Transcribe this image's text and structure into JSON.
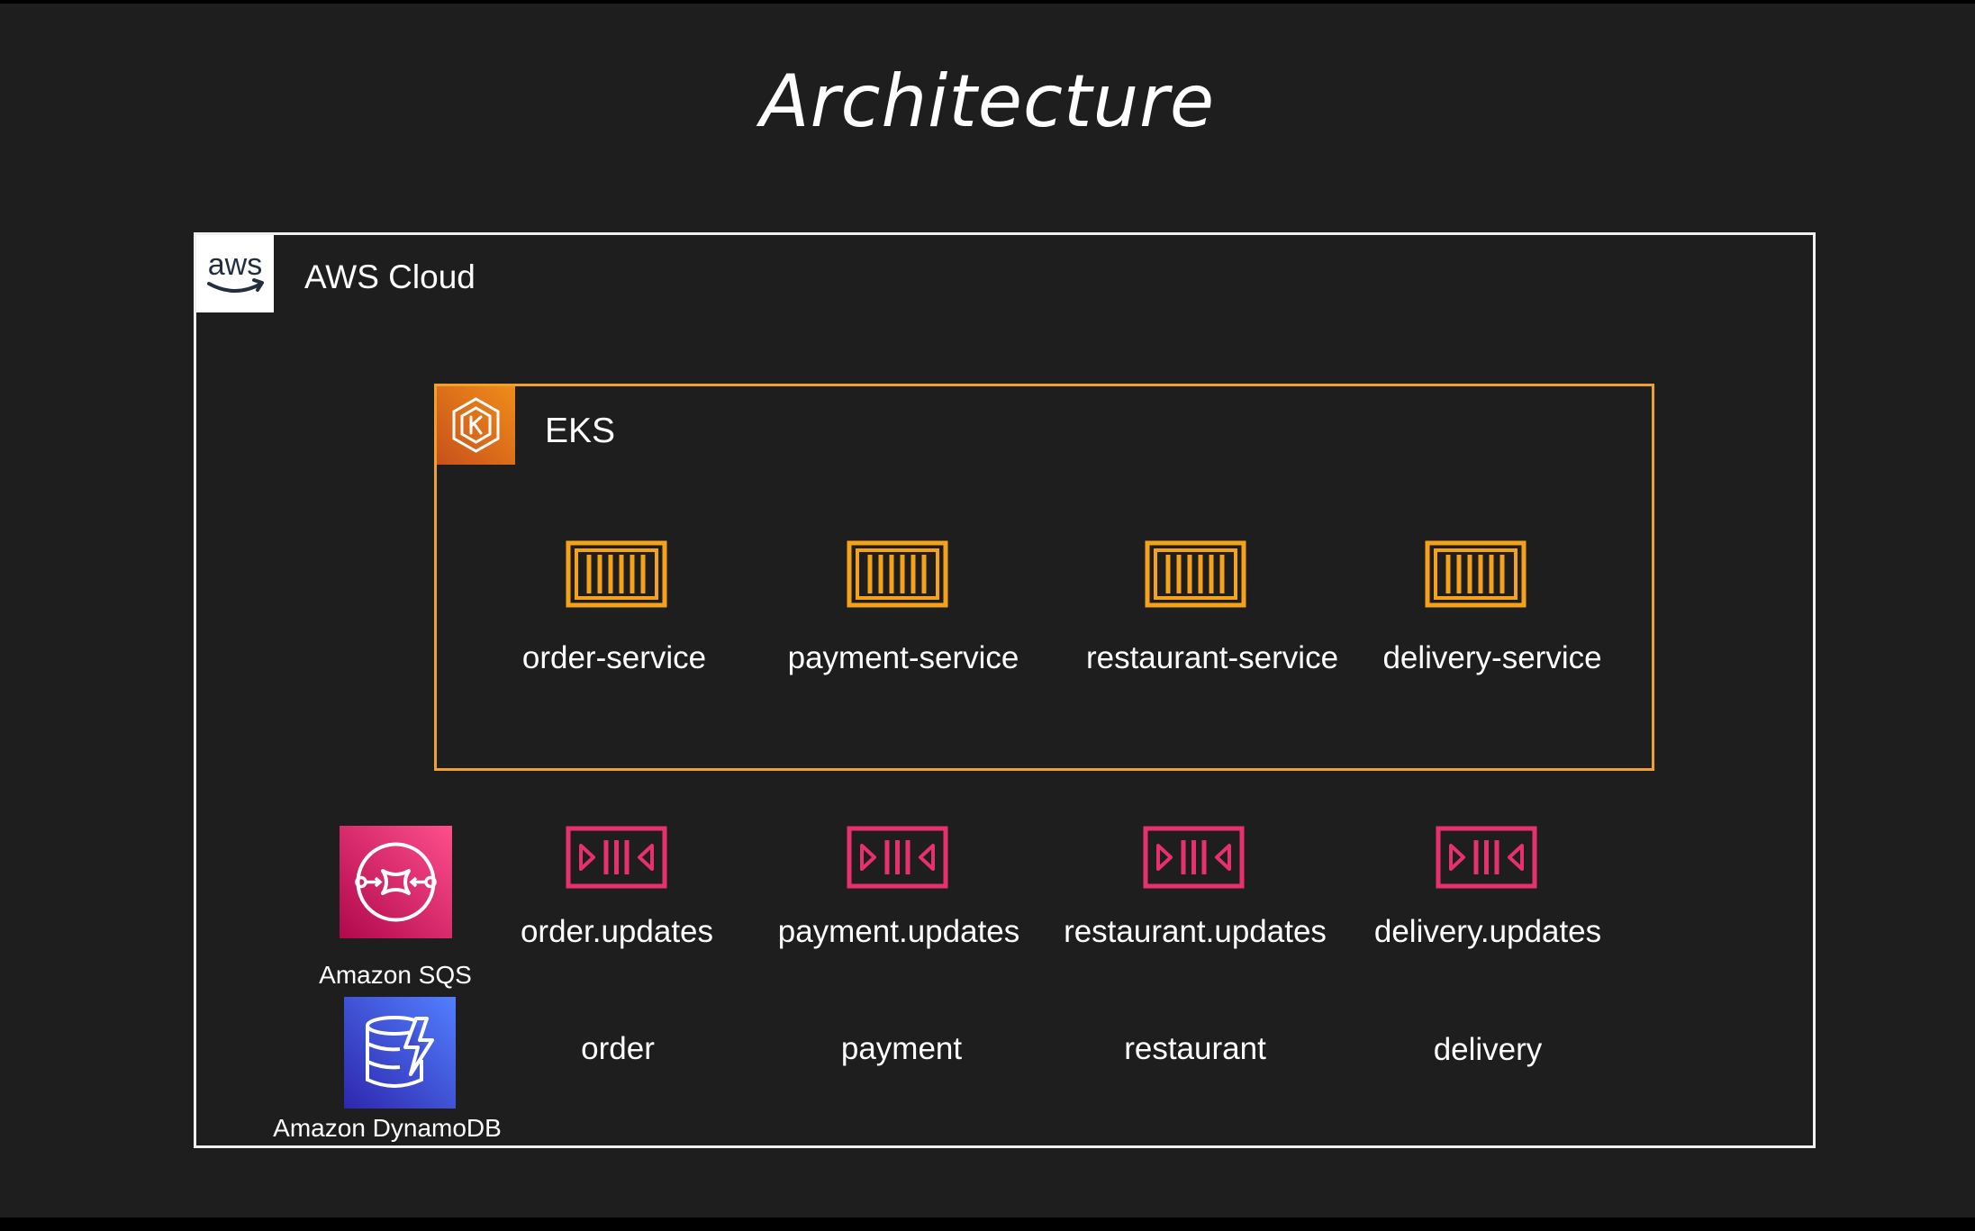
{
  "title": "Architecture",
  "aws": {
    "label": "AWS Cloud",
    "logo_text": "aws"
  },
  "eks": {
    "label": "EKS"
  },
  "services": [
    {
      "label": "order-service",
      "icon": "container-icon"
    },
    {
      "label": "payment-service",
      "icon": "container-icon"
    },
    {
      "label": "restaurant-service",
      "icon": "container-icon"
    },
    {
      "label": "delivery-service",
      "icon": "container-icon"
    }
  ],
  "sqs": {
    "label": "Amazon SQS",
    "queues": [
      {
        "label": "order.updates",
        "icon": "queue-icon"
      },
      {
        "label": "payment.updates",
        "icon": "queue-icon"
      },
      {
        "label": "restaurant.updates",
        "icon": "queue-icon"
      },
      {
        "label": "delivery.updates",
        "icon": "queue-icon"
      }
    ]
  },
  "dynamodb": {
    "label": "Amazon DynamoDB",
    "tables": [
      {
        "label": "order"
      },
      {
        "label": "payment"
      },
      {
        "label": "restaurant"
      },
      {
        "label": "delivery"
      }
    ]
  },
  "colors": {
    "background": "#1e1e1e",
    "eks_border": "#f0a030",
    "container_orange": "#f5a21b",
    "queue_pink": "#e8306f",
    "sqs_bg": "#e7157b",
    "dynamodb_bg": "#3b48cc"
  }
}
